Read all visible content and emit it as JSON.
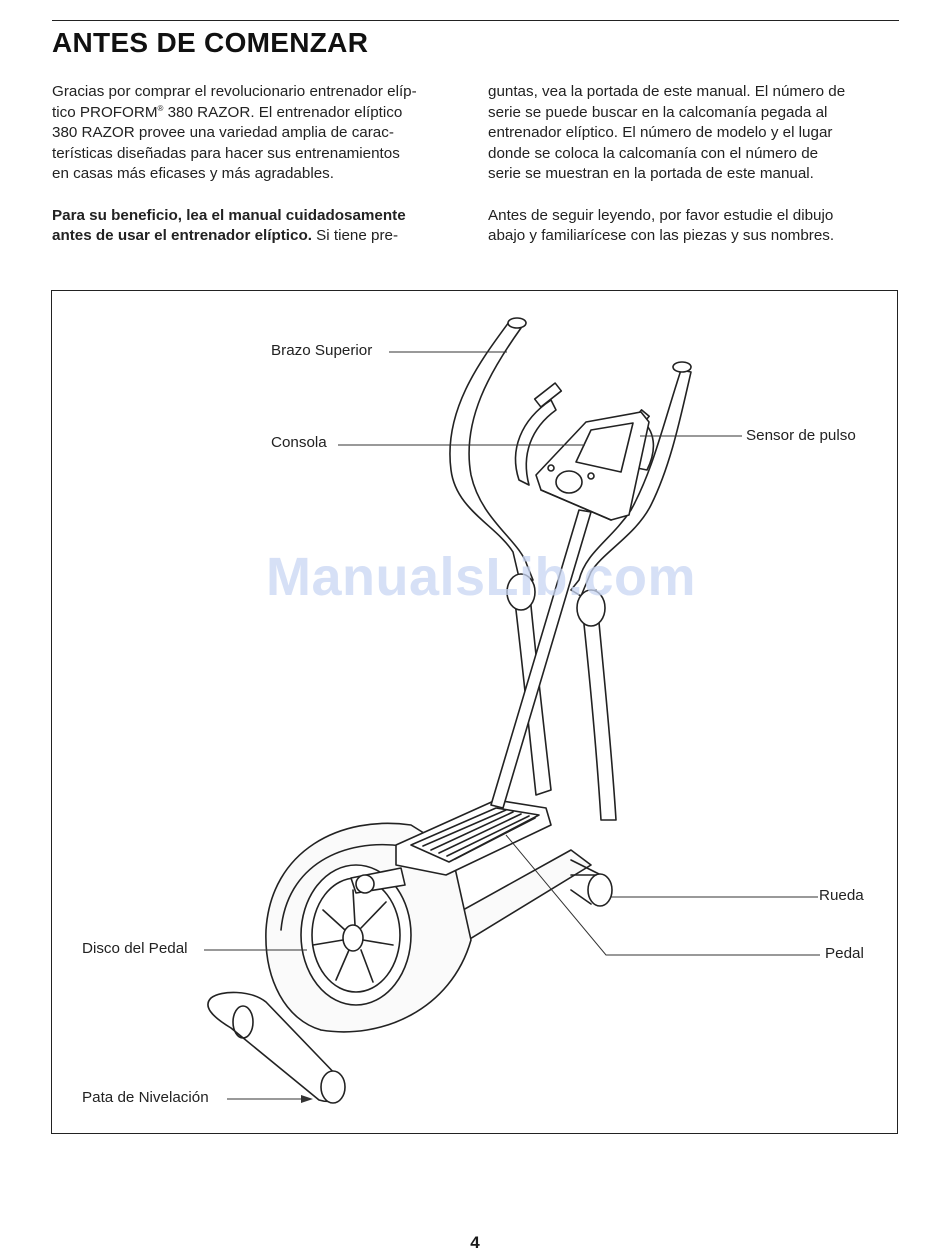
{
  "page": {
    "title": "ANTES DE COMENZAR",
    "page_number": "4"
  },
  "intro": {
    "left_p1_before": "Gracias por comprar el revolucionario entrenador elíp-\ntico PROFORM",
    "registered_mark": "®",
    "left_p1_after": " 380 RAZOR. El entrenador elíptico\n380 RAZOR provee una variedad amplia de carac-\nterísticas diseñadas para hacer sus entrenamientos\nen casas más eficases y más agradables.",
    "left_p2_bold": "Para su beneficio, lea el manual cuidadosamente\nantes de usar el entrenador elíptico.",
    "left_p2_rest": " Si tiene pre-",
    "right_p1": "guntas, vea la portada de este manual. El número de\nserie se puede buscar en la calcomanía pegada al\nentrenador elíptico. El número de modelo y el lugar\ndonde se coloca la calcomanía con el número de\nserie se muestran en la portada de este manual.",
    "right_p2": "Antes de seguir leyendo, por favor estudie el dibujo\nabajo y familiarícese con las piezas y sus nombres."
  },
  "diagram": {
    "labels": {
      "brazo_superior": "Brazo Superior",
      "consola": "Consola",
      "sensor_de_pulso": "Sensor de pulso",
      "rueda": "Rueda",
      "pedal": "Pedal",
      "disco_del_pedal": "Disco del Pedal",
      "pata_de_nivelacion": "Pata de Nivelación"
    }
  },
  "watermark": "ManualsLib.com"
}
